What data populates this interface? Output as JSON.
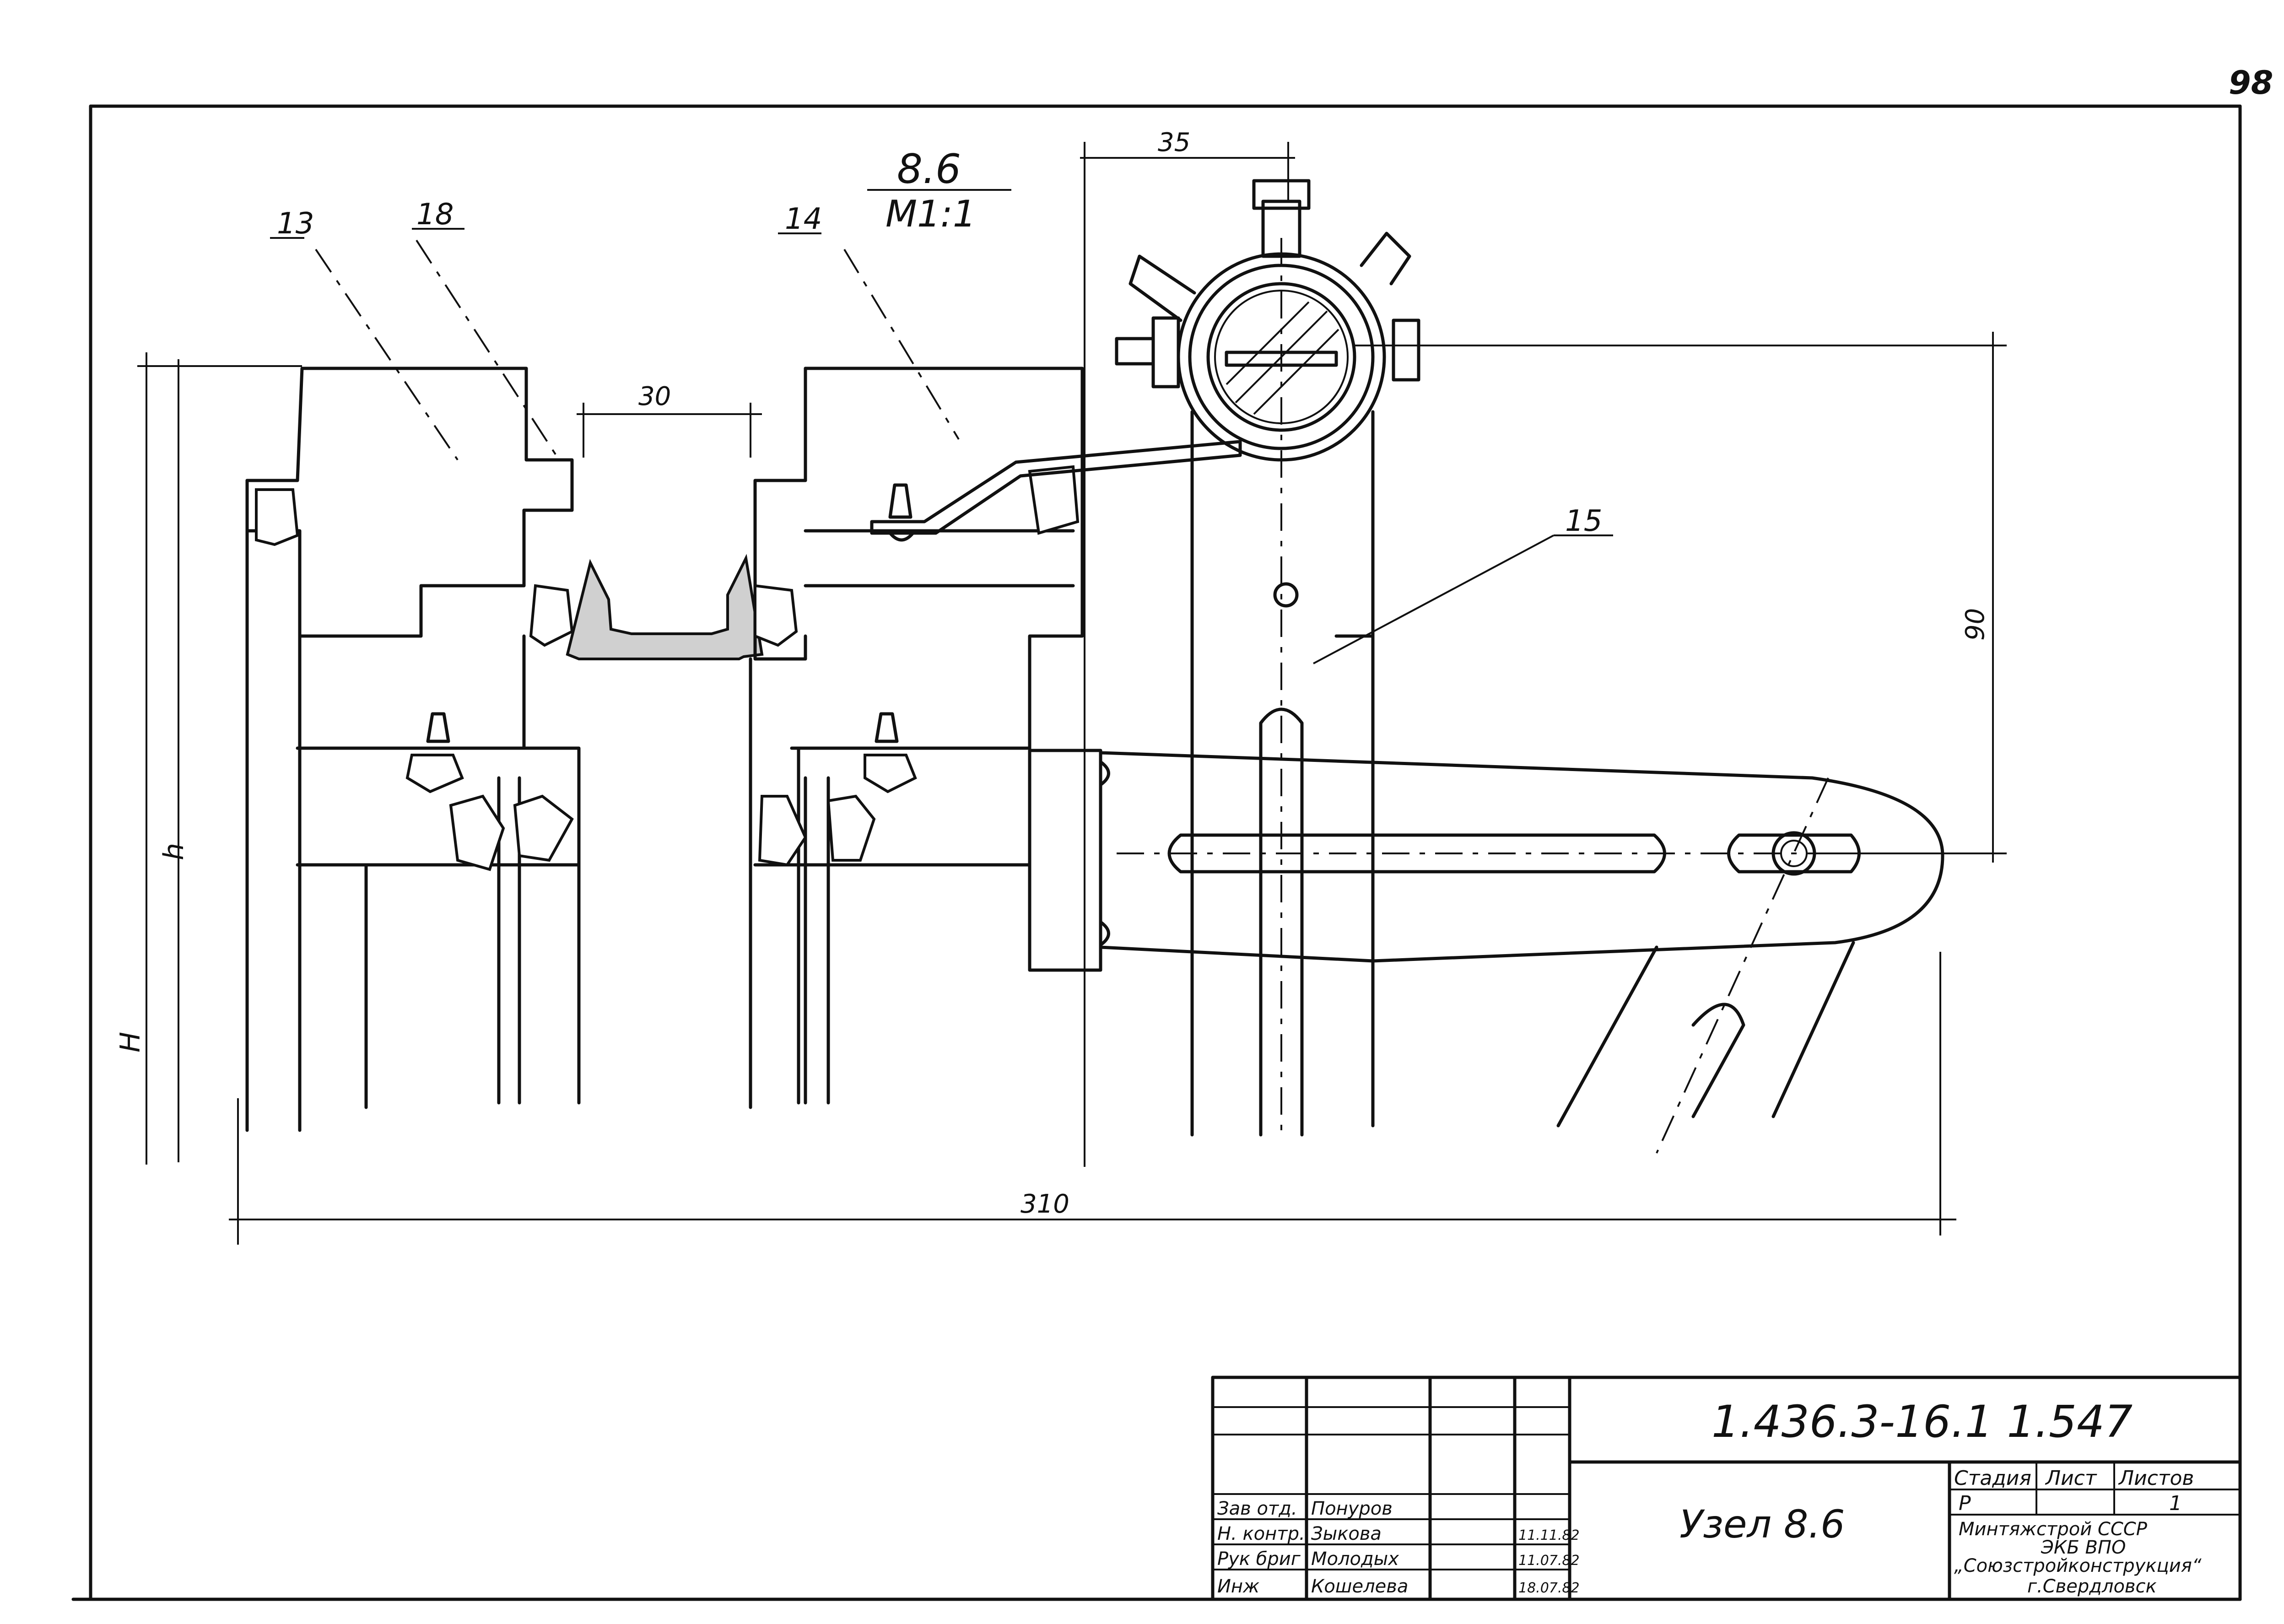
{
  "sheet": {
    "page_number": "98"
  },
  "view": {
    "title": "8.6",
    "scale": "М1:1"
  },
  "callouts": [
    "13",
    "18",
    "14",
    "15"
  ],
  "dimensions": {
    "top_width": "35",
    "channel_width": "30",
    "vertical_right": "90",
    "total_width": "310",
    "height_h": "h",
    "height_H": "H"
  },
  "title_block": {
    "document_code": "1.436.3-16.1 1.547",
    "drawing_name": "Узел 8.6",
    "roles": [
      "Зав отд.",
      "Н. контр.",
      "Рук бриг",
      "Инж"
    ],
    "names": [
      "Понуров",
      "Зыкова",
      "Молодых",
      "Кошелева"
    ],
    "signatures": [
      "",
      "",
      "",
      ""
    ],
    "dates": [
      "",
      "11.11.82",
      "11.07.82",
      "18.07.82"
    ],
    "col_stage": "Стадия",
    "col_sheet": "Лист",
    "col_sheets": "Листов",
    "stage": "Р",
    "sheet": "",
    "sheets": "1",
    "org_lines": [
      "Минтяжстрой СССР",
      "ЭКБ ВПО",
      "„Союзстройконструкция“",
      "г.Свердловск"
    ]
  }
}
